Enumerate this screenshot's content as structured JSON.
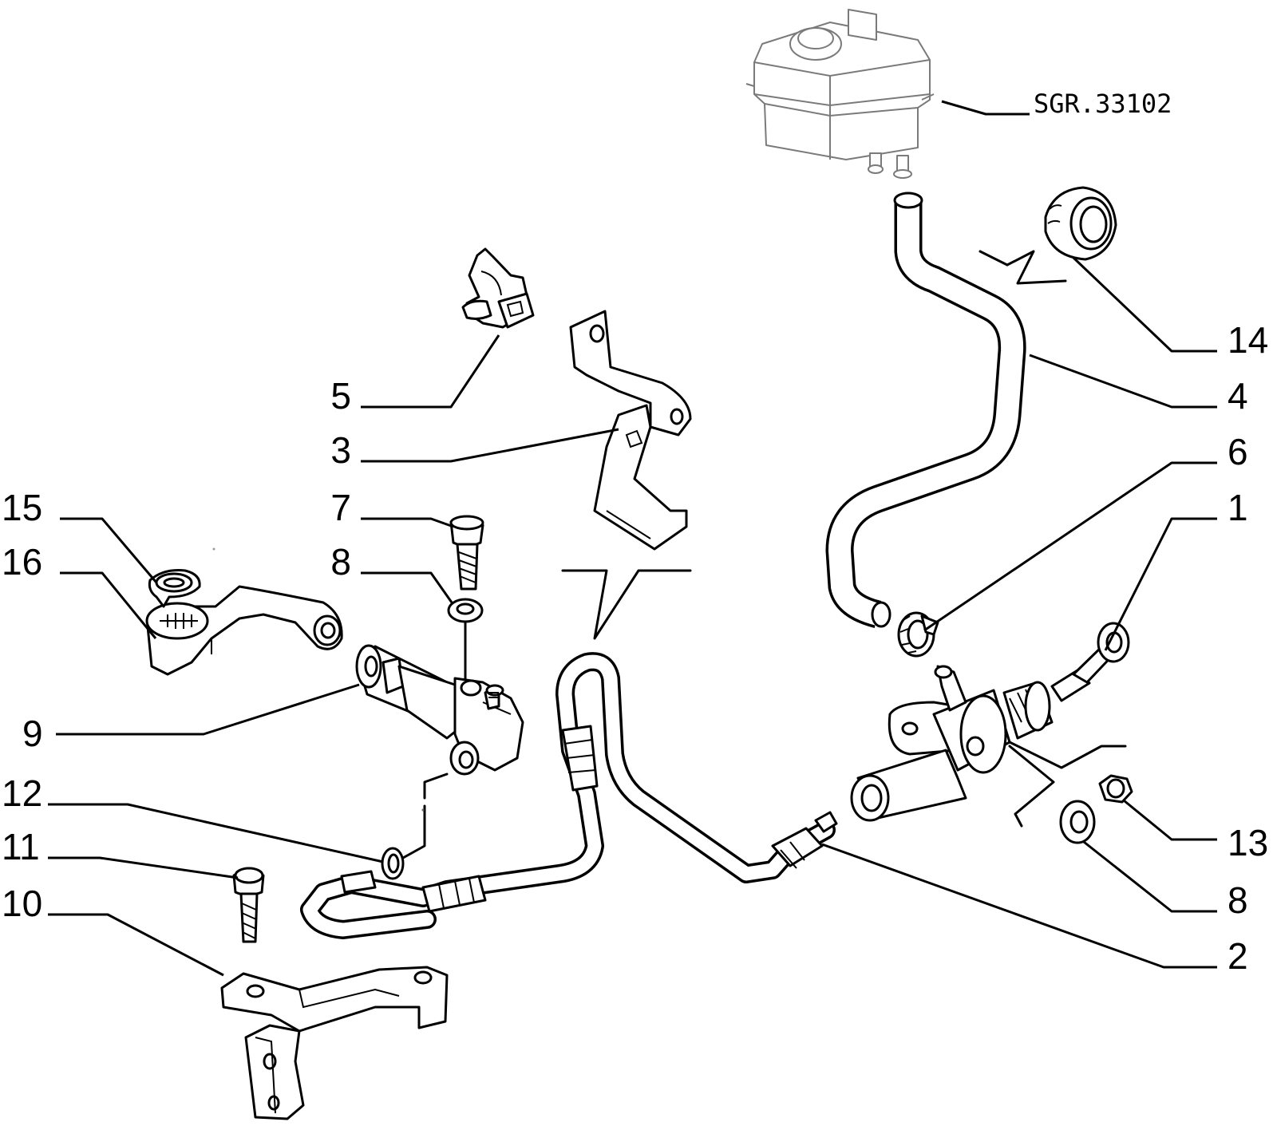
{
  "diagram": {
    "reference_code": "SGR.33102",
    "callouts": [
      {
        "id": "c1",
        "label": "1"
      },
      {
        "id": "c2",
        "label": "2"
      },
      {
        "id": "c3",
        "label": "3"
      },
      {
        "id": "c4",
        "label": "4"
      },
      {
        "id": "c5",
        "label": "5"
      },
      {
        "id": "c6",
        "label": "6"
      },
      {
        "id": "c7",
        "label": "7"
      },
      {
        "id": "c8a",
        "label": "8"
      },
      {
        "id": "c8b",
        "label": "8"
      },
      {
        "id": "c9",
        "label": "9"
      },
      {
        "id": "c10",
        "label": "10"
      },
      {
        "id": "c11",
        "label": "11"
      },
      {
        "id": "c12",
        "label": "12"
      },
      {
        "id": "c13",
        "label": "13"
      },
      {
        "id": "c14",
        "label": "14"
      },
      {
        "id": "c15",
        "label": "15"
      },
      {
        "id": "c16",
        "label": "16"
      }
    ],
    "parts": [
      {
        "name": "fluid-reservoir"
      },
      {
        "name": "reservoir-hose"
      },
      {
        "name": "rubber-grommet"
      },
      {
        "name": "hose-clamp"
      },
      {
        "name": "master-cylinder"
      },
      {
        "name": "nut"
      },
      {
        "name": "washer"
      },
      {
        "name": "hydraulic-pipe"
      },
      {
        "name": "pipe-bracket"
      },
      {
        "name": "pipe-clip"
      },
      {
        "name": "bolt"
      },
      {
        "name": "slave-cylinder"
      },
      {
        "name": "seal-ring"
      },
      {
        "name": "mounting-bracket"
      },
      {
        "name": "clutch-lever"
      },
      {
        "name": "retaining-clip"
      }
    ]
  }
}
